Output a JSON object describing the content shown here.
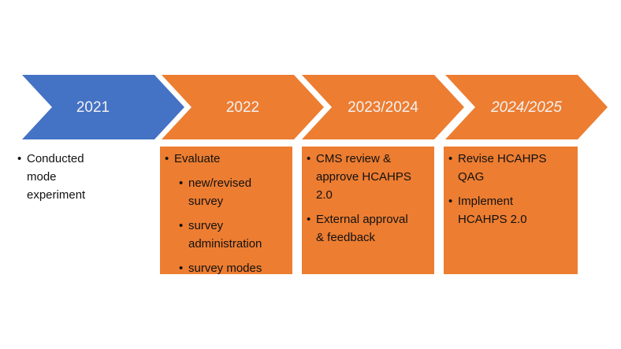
{
  "bullet_char": "•",
  "colors": {
    "blue": "#4472C4",
    "orange": "#ED7D31",
    "label_text": "#F2F2F2",
    "body_text": "#111111",
    "background": "#FFFFFF"
  },
  "timeline": {
    "columns": [
      {
        "year": "2021",
        "chevron_color": "#4472C4",
        "italic": false,
        "has_box": false,
        "items": [
          {
            "level": 1,
            "text": "Conducted mode experiment"
          }
        ]
      },
      {
        "year": "2022",
        "chevron_color": "#ED7D31",
        "italic": false,
        "has_box": true,
        "items": [
          {
            "level": 1,
            "text": "Evaluate"
          },
          {
            "level": 2,
            "text": "new/revised survey"
          },
          {
            "level": 2,
            "text": "survey administration"
          },
          {
            "level": 2,
            "text": "survey modes"
          }
        ]
      },
      {
        "year": "2023/2024",
        "chevron_color": "#ED7D31",
        "italic": false,
        "has_box": true,
        "items": [
          {
            "level": 1,
            "text": "CMS review & approve HCAHPS 2.0"
          },
          {
            "level": 1,
            "text": "External approval & feedback"
          }
        ]
      },
      {
        "year": "2024/2025",
        "chevron_color": "#ED7D31",
        "italic": true,
        "has_box": true,
        "items": [
          {
            "level": 1,
            "text": "Revise HCAHPS QAG"
          },
          {
            "level": 1,
            "text": "Implement HCAHPS 2.0"
          }
        ]
      }
    ]
  }
}
